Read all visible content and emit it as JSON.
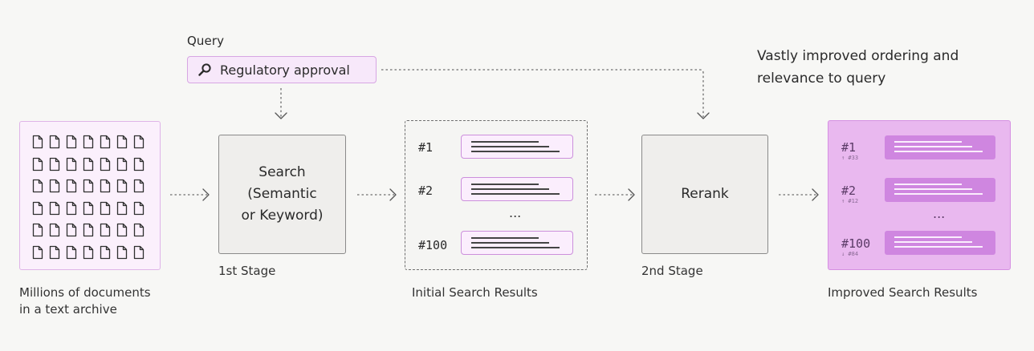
{
  "query": {
    "heading": "Query",
    "text": "Regulatory approval",
    "icon": "magnifier-icon"
  },
  "headline": {
    "line1": "Vastly improved ordering and",
    "line2": "relevance to query"
  },
  "archive": {
    "caption_line1": "Millions of documents",
    "caption_line2": "in a text archive",
    "document_rows": 6,
    "document_cols": 7
  },
  "first_stage": {
    "line1": "Search",
    "line2": "(Semantic",
    "line3": "or Keyword)",
    "caption": "1st Stage"
  },
  "initial_results": {
    "caption": "Initial Search Results",
    "items": [
      {
        "rank": "#1"
      },
      {
        "rank": "#2"
      },
      {
        "rank": "#100"
      }
    ],
    "ellipsis": "..."
  },
  "second_stage": {
    "label": "Rerank",
    "caption": "2nd Stage"
  },
  "improved_results": {
    "caption": "Improved Search Results",
    "items": [
      {
        "rank": "#1",
        "sub": "↑ #33"
      },
      {
        "rank": "#2",
        "sub": "↑ #12"
      },
      {
        "rank": "#100",
        "sub": "↓ #84"
      }
    ],
    "ellipsis": "..."
  },
  "colors": {
    "accent_light": "#fbeefd",
    "accent_border": "#cc8fdc",
    "accent_fill": "#e9b8ef",
    "accent_card": "#cf86e0",
    "stage_fill": "#efeeec"
  }
}
